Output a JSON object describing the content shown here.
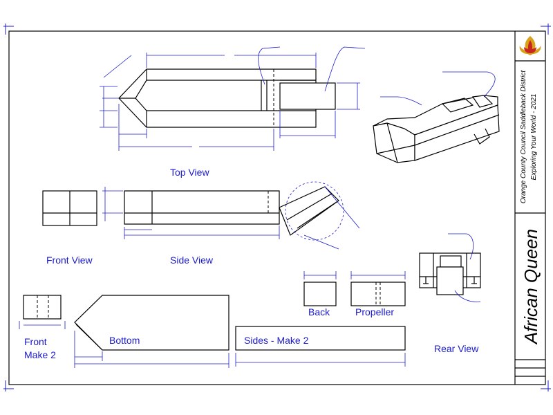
{
  "views": {
    "top": "Top View",
    "front": "Front View",
    "side": "Side View",
    "back": "Back",
    "propeller": "Propeller",
    "front_make": "Front\nMake 2",
    "bottom": "Bottom",
    "sides": "Sides - Make 2",
    "rear": "Rear View"
  },
  "title_block": {
    "council": "Orange County Council Saddleback District",
    "theme": "Exploring Your World - 2021",
    "title": "African Queen"
  },
  "colors": {
    "ink": "#000000",
    "annotation": "#1a1acc",
    "emblem_red": "#c8261e",
    "emblem_gold": "#d9a21b"
  }
}
